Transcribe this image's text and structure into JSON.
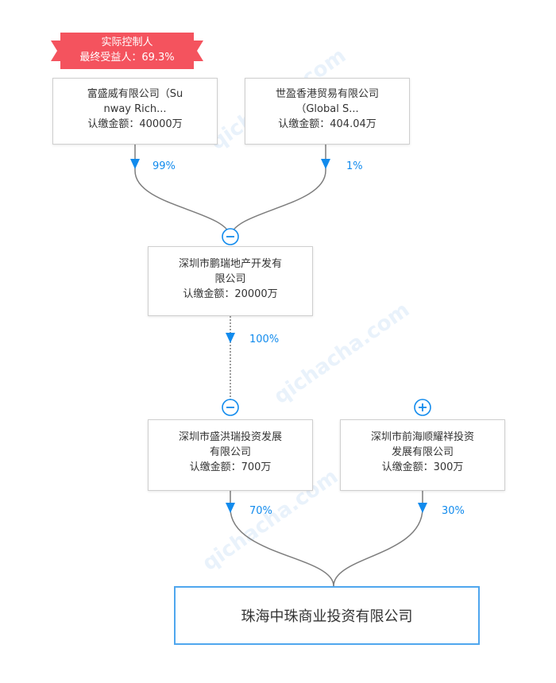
{
  "badge": {
    "line1": "实际控制人",
    "line2": "最终受益人：69.3%"
  },
  "shareholders": [
    {
      "name_line1": "富盛威有限公司（Su",
      "name_line2": "nway Rich...",
      "amount": "认缴金额：40000万",
      "pct": "99%"
    },
    {
      "name_line1": "世盈香港贸易有限公司",
      "name_line2": "（Global S...",
      "amount": "认缴金额：404.04万",
      "pct": "1%"
    }
  ],
  "middle": {
    "name_line1": "深圳市鹏瑞地产开发有",
    "name_line2": "限公司",
    "amount": "认缴金额：20000万",
    "pct": "100%"
  },
  "lower": [
    {
      "name_line1": "深圳市盛洪瑞投资发展",
      "name_line2": "有限公司",
      "amount": "认缴金额：700万",
      "pct": "70%"
    },
    {
      "name_line1": "深圳市前海顺耀祥投资",
      "name_line2": "发展有限公司",
      "amount": "认缴金额：300万",
      "pct": "30%"
    }
  ],
  "target": {
    "name": "珠海中珠商业投资有限公司"
  },
  "watermark": {
    "text": "qichacha.com"
  },
  "colors": {
    "accent": "#128bed",
    "badge": "#f4535e",
    "line": "#7d7d7d"
  },
  "icons": {
    "expanded": "minus-circle-icon",
    "collapsed": "plus-circle-icon"
  }
}
